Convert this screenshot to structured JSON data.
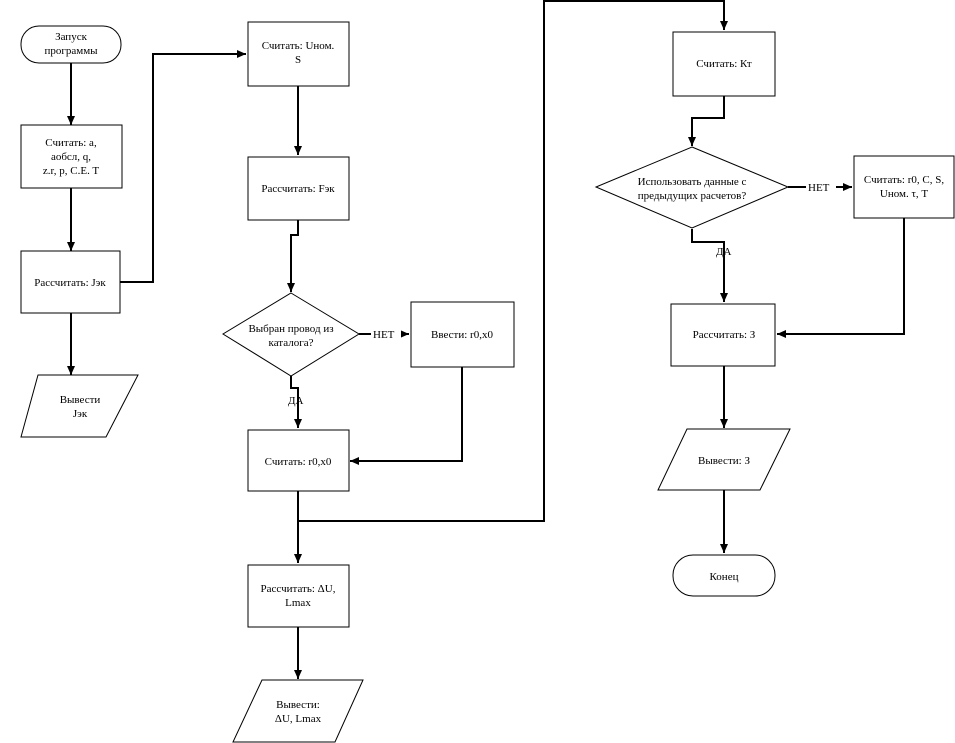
{
  "nodes": {
    "start": {
      "lines": [
        "Запуск",
        "программы"
      ]
    },
    "read1": {
      "lines": [
        "Считать: a,",
        "aобсл, q,",
        "z.r, p, C.E. T"
      ]
    },
    "calc_jek": {
      "lines": [
        "Рассчитать: Jэк"
      ]
    },
    "out_jek": {
      "lines": [
        "Вывести",
        "Jэк"
      ]
    },
    "read_unom": {
      "lines": [
        "Считать: Uном.",
        "S"
      ]
    },
    "calc_fek": {
      "lines": [
        "Рассчитать: Fэк"
      ]
    },
    "decision_catalog": {
      "lines": [
        "Выбран провод из",
        "каталога?"
      ]
    },
    "input_r0x0": {
      "lines": [
        "Ввести: r0,x0"
      ]
    },
    "read_r0x0": {
      "lines": [
        "Считать: r0,x0"
      ]
    },
    "calc_du": {
      "lines": [
        "Рассчитать: ΔU,",
        "Lmax"
      ]
    },
    "out_du": {
      "lines": [
        "Вывести:",
        "ΔU, Lmax"
      ]
    },
    "read_kt": {
      "lines": [
        "Считать: Кт"
      ]
    },
    "decision_prev": {
      "lines": [
        "Использовать данные с",
        "предыдущих расчетов?"
      ]
    },
    "read_multi": {
      "lines": [
        "Считать: r0, C, S,",
        "Uном. τ, T"
      ]
    },
    "calc_z": {
      "lines": [
        "Рассчитать: З"
      ]
    },
    "out_z": {
      "lines": [
        "Вывести: З"
      ]
    },
    "end": {
      "lines": [
        "Конец"
      ]
    }
  },
  "labels": {
    "no_catalog": "НЕТ",
    "yes_catalog": "ДА",
    "no_prev": "НЕТ",
    "yes_prev": "ДА"
  }
}
